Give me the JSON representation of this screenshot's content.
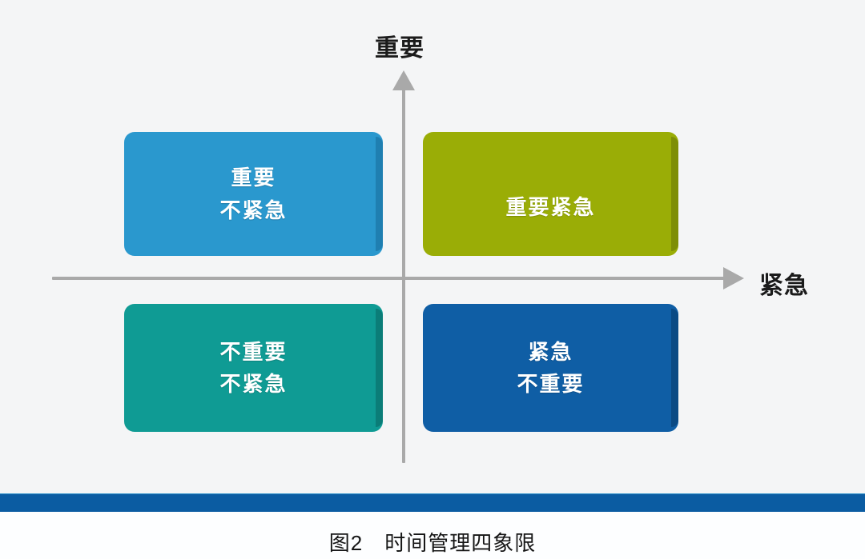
{
  "figure": {
    "caption": "图2　时间管理四象限",
    "background_color": "#f4f5f6",
    "divider_bar_color": "#0b5ca2"
  },
  "axes": {
    "y_label": "重要",
    "x_label": "紧急",
    "axis_color": "#a9a9a9",
    "y_arrow_icon": "arrow-up-icon",
    "x_arrow_icon": "arrow-right-icon"
  },
  "chart_data": {
    "type": "matrix",
    "title": "图2　时间管理四象限",
    "xlabel": "紧急",
    "ylabel": "重要",
    "quadrants": [
      {
        "id": "important-not-urgent",
        "position": "top-left",
        "lines": [
          "重要",
          "不紧急"
        ],
        "color": "#2a98ce",
        "edge_color": "#1f7fb1"
      },
      {
        "id": "important-urgent",
        "position": "top-right",
        "lines": [
          "重要紧急"
        ],
        "color": "#9aad06",
        "edge_color": "#7e8e05"
      },
      {
        "id": "not-important-not-urgent",
        "position": "bottom-left",
        "lines": [
          "不重要",
          "不紧急"
        ],
        "color": "#0f9b94",
        "edge_color": "#0b7d78"
      },
      {
        "id": "urgent-not-important",
        "position": "bottom-right",
        "lines": [
          "紧急",
          "不重要"
        ],
        "color": "#0f5ea5",
        "edge_color": "#0a4a84"
      }
    ]
  }
}
